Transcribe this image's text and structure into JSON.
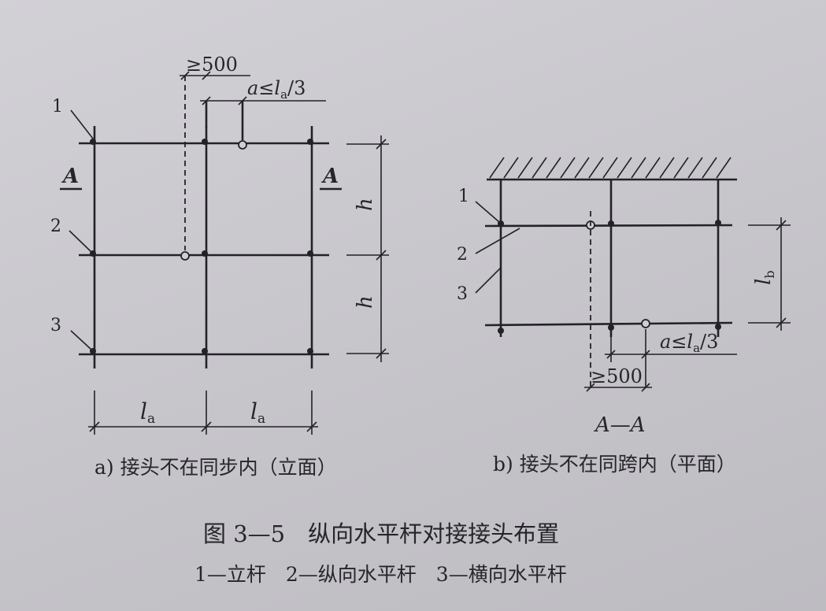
{
  "diagram_a": {
    "label_1": "1",
    "label_2": "2",
    "label_3": "3",
    "section_mark": "A",
    "dim_offset": "≥500",
    "dim_a": "a≤l",
    "dim_a_sub": "a",
    "dim_a_tail": "/3",
    "dim_h": "h",
    "dim_la": "l",
    "dim_la_sub": "a",
    "caption": "a) 接头不在同步内（立面）"
  },
  "diagram_b": {
    "label_1": "1",
    "label_2": "2",
    "label_3": "3",
    "dim_lb": "l",
    "dim_lb_sub": "b",
    "dim_a": "a≤l",
    "dim_a_sub": "a",
    "dim_a_tail": "/3",
    "dim_offset": "≥500",
    "section_title": "A—A",
    "caption": "b) 接头不在同跨内（平面）"
  },
  "figure": {
    "title": "图 3—5　纵向水平杆对接接头布置",
    "legend": "1—立杆　2—纵向水平杆　3—横向水平杆"
  }
}
